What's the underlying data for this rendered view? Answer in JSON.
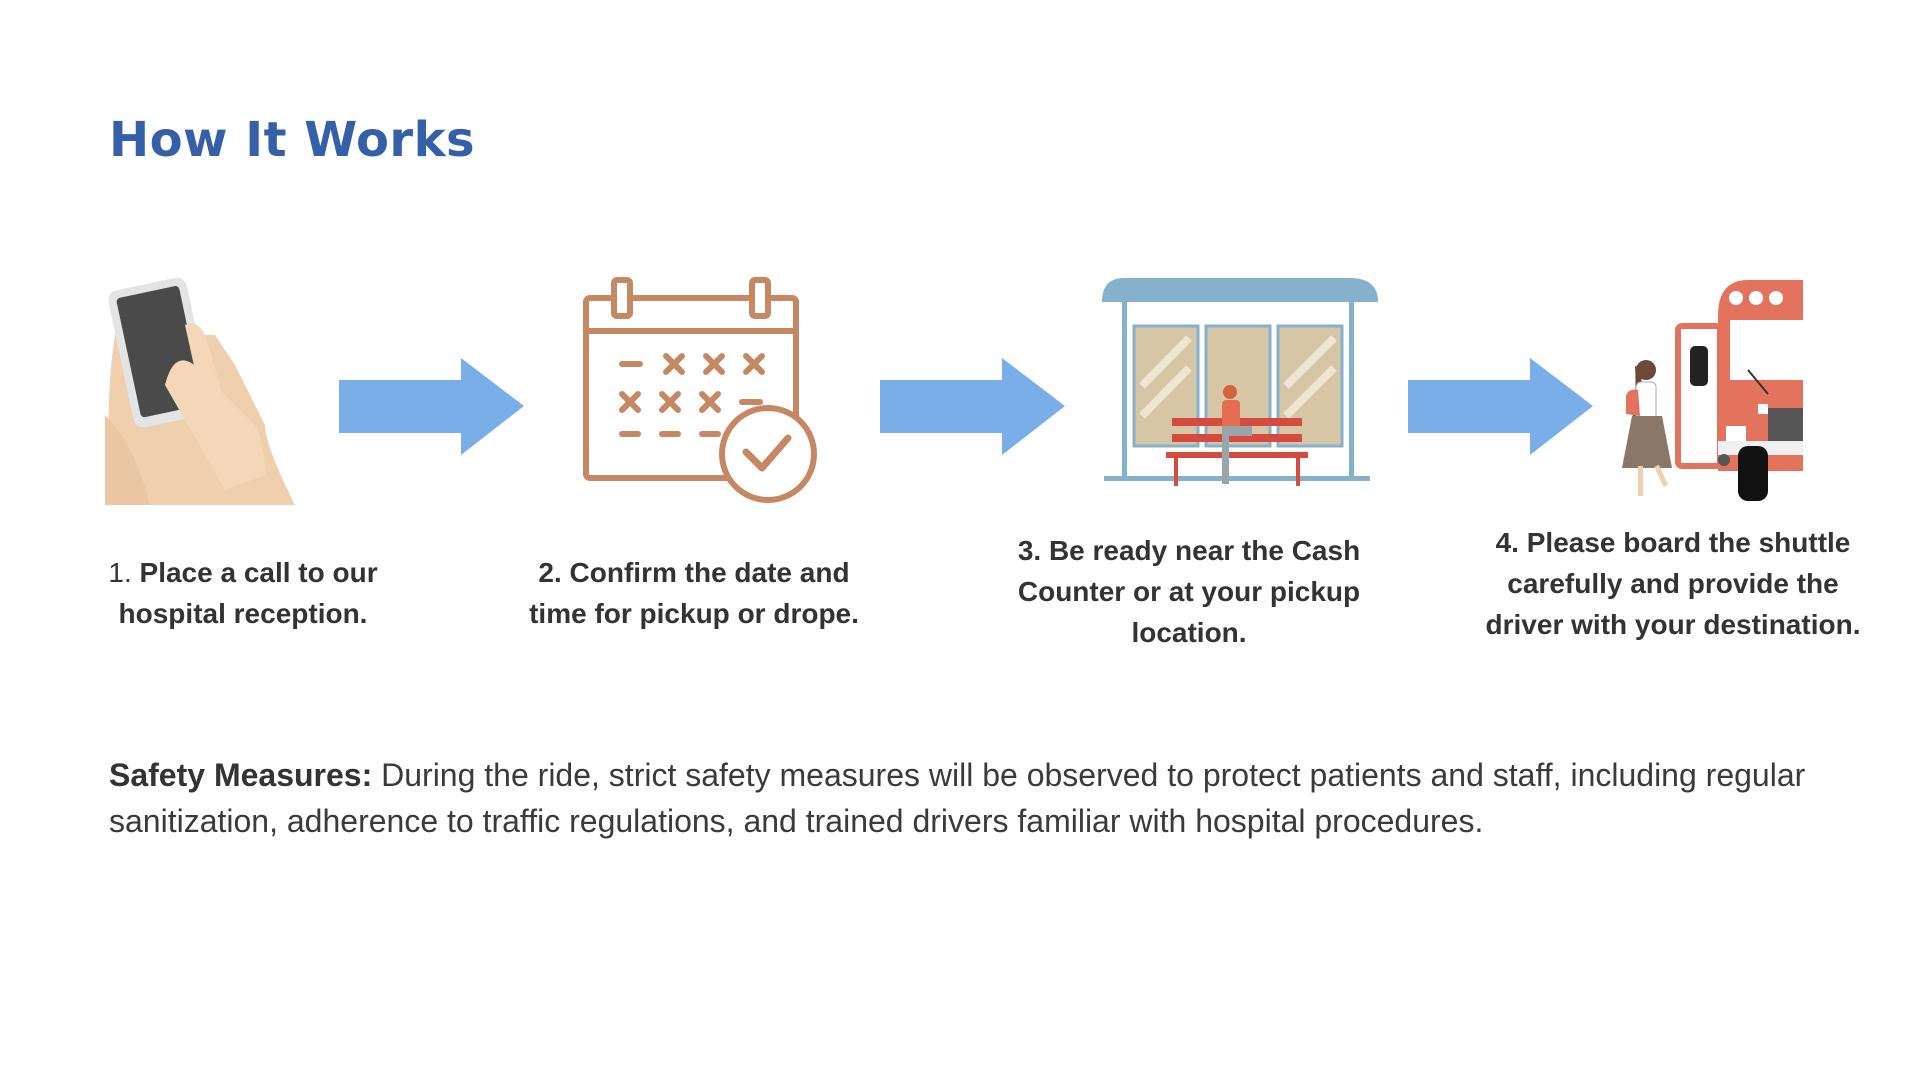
{
  "title": "How It Works",
  "steps": [
    {
      "number": "1.",
      "text_line1": "Place a call to our",
      "text_line2": "hospital reception."
    },
    {
      "text_line1": "2. Confirm the date and",
      "text_line2": "time for pickup or drope."
    },
    {
      "text_line1": "3. Be ready near the Cash",
      "text_line2": "Counter or at your pickup",
      "text_line3": "location."
    },
    {
      "text_line1": "4. Please board the shuttle",
      "text_line2": "carefully and provide the",
      "text_line3": "driver with your destination."
    }
  ],
  "safety": {
    "label": "Safety Measures:",
    "text": " During the ride, strict safety measures will be observed to protect patients and staff, including regular sanitization, adherence to traffic regulations, and trained drivers familiar with hospital procedures."
  },
  "colors": {
    "title": "#3560a7",
    "arrow": "#7aaee9",
    "calendar": "#c58863",
    "bus": "#e3735d",
    "shelter_roof": "#85b1cd"
  },
  "icons": [
    "phone-in-hand-icon",
    "calendar-check-icon",
    "bus-stop-icon",
    "shuttle-bus-icon",
    "right-arrow-icon"
  ]
}
